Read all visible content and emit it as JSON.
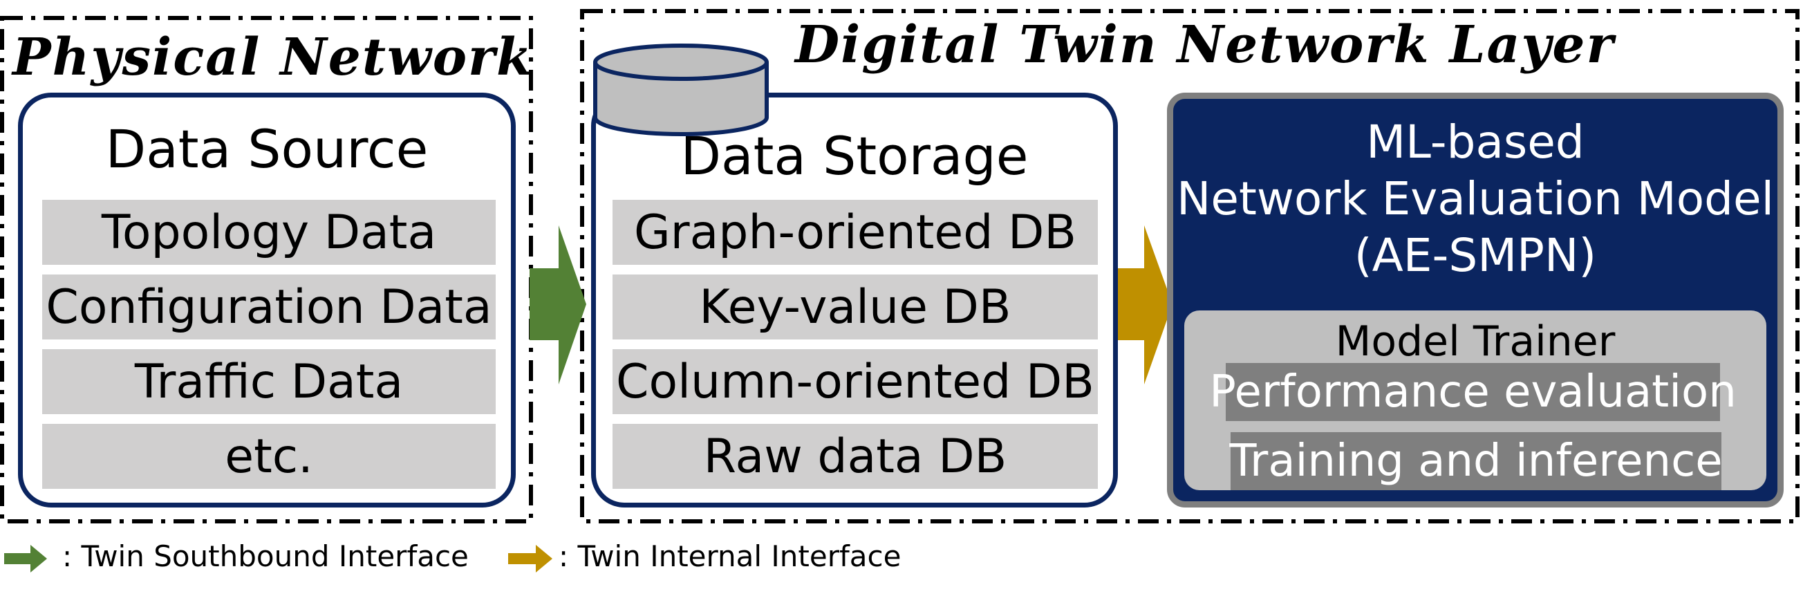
{
  "physical": {
    "title": "Physical Network",
    "source": {
      "title": "Data Source",
      "items": [
        "Topology Data",
        "Configuration Data",
        "Traffic Data",
        "etc."
      ]
    }
  },
  "digital": {
    "title": "Digital Twin Network Layer",
    "storage": {
      "title": "Data Storage",
      "items": [
        "Graph-oriented DB",
        "Key-value DB",
        "Column-oriented DB",
        "Raw data DB"
      ]
    },
    "model": {
      "title_lines": [
        "ML-based",
        "Network Evaluation Model",
        "(AE-SMPN)"
      ],
      "trainer": {
        "title": "Model Trainer",
        "items": [
          "Performance evaluation",
          "Training and inference"
        ]
      }
    }
  },
  "legend": {
    "southbound": ": Twin Southbound Interface",
    "internal": ": Twin Internal Interface"
  },
  "colors": {
    "southbound_arrow": "#538135",
    "internal_arrow": "#bf9000",
    "panel_border": "#0b2560",
    "row_fill": "#d0cfcf"
  }
}
